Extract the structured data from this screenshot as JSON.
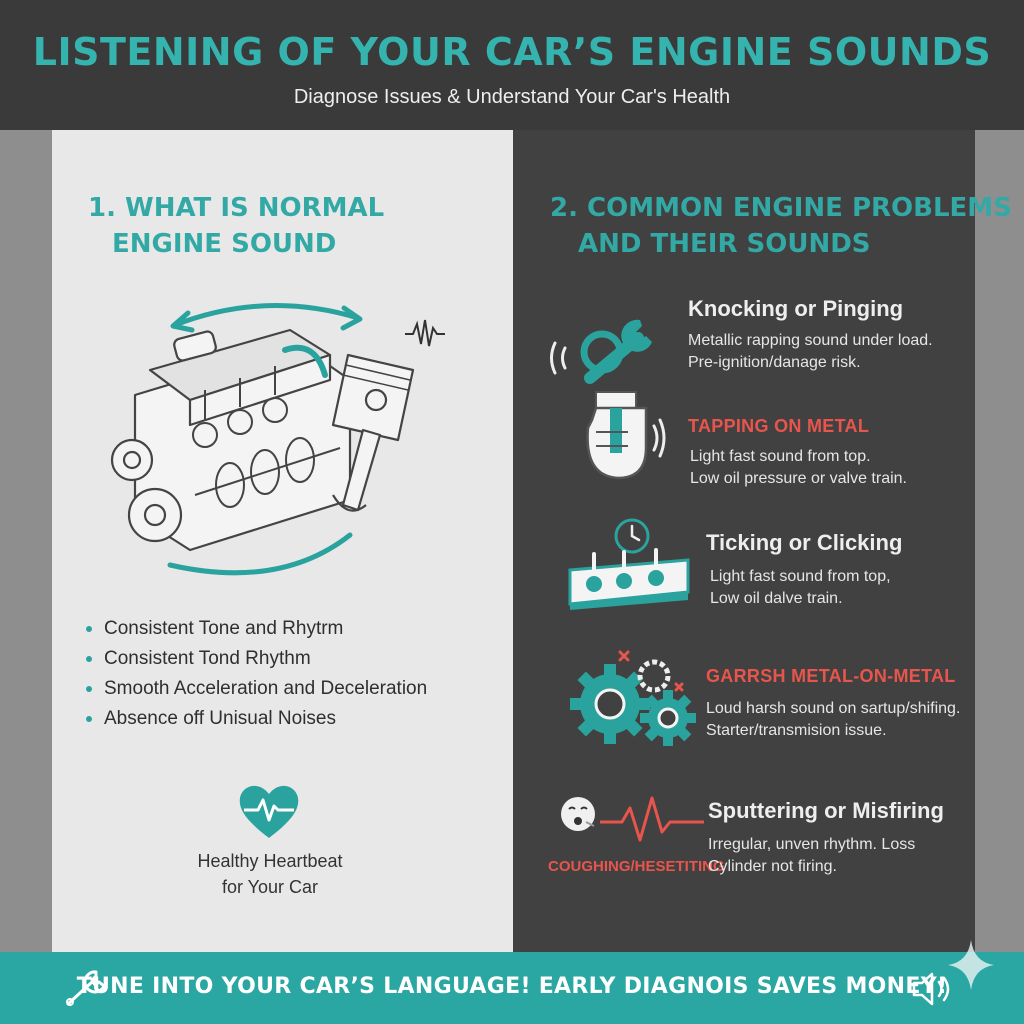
{
  "header": {
    "title": "LISTENING OF YOUR CAR’S ENGINE SOUNDS",
    "subtitle": "Diagnose Issues & Understand Your Car's Health"
  },
  "left_section": {
    "title_line1": "1. WHAT IS NORMAL",
    "title_line2": "ENGINE SOUND",
    "bullets": [
      "Consistent Tone and Rhytrm",
      "Consistent Tond Rhythm",
      "Smooth Acceleration and Deceleration",
      "Absence off Unisual Noises"
    ],
    "heart_caption_line1": "Healthy Heartbeat",
    "heart_caption_line2": "for Your Car"
  },
  "right_section": {
    "title_line1": "2. COMMON ENGINE PROBLEMS",
    "title_line2": "AND THEIR SOUNDS",
    "problems": [
      {
        "name": "Knocking or Pinging",
        "desc_line1": "Metallic rapping sound under load.",
        "desc_line2": "Pre-ignition/danage risk."
      },
      {
        "name": "TAPPING ON METAL",
        "desc_line1": "Light fast sound from top.",
        "desc_line2": "Low oil pressure or valve train."
      },
      {
        "name": "Ticking or Clicking",
        "desc_line1": "Light fast sound from top,",
        "desc_line2": "Low oil dalve train."
      },
      {
        "name": "GARRSH METAL-ON-METAL",
        "desc_line1": "Loud harsh sound on sartup/shifing.",
        "desc_line2": "Starter/transmision issue."
      },
      {
        "name": "Sputtering or Misfiring",
        "desc_line1": "Irregular, unven rhythm. Loss",
        "desc_line2": "Cylinder not firing."
      }
    ],
    "cough_label": "COUGHING/HESETITING"
  },
  "footer": {
    "slogan": "TUNE INTO YOUR CAR’S LANGUAGE! EARLY DIAGNOIS SAVES MONEY!"
  },
  "colors": {
    "teal": "#35b3ae",
    "red": "#e8554c",
    "dark": "#3a3a3a",
    "panel_dark": "#414141",
    "panel_light": "#e8e8e8"
  },
  "icons": [
    "engine-icon",
    "piston-icon",
    "soundwave-icon",
    "heart-pulse-icon",
    "wrench-icon",
    "fist-icon",
    "clock-icon",
    "tappet-icon",
    "gears-icon",
    "cough-face-icon",
    "pulse-line-icon",
    "speaker-icon",
    "sparkle-icon"
  ]
}
